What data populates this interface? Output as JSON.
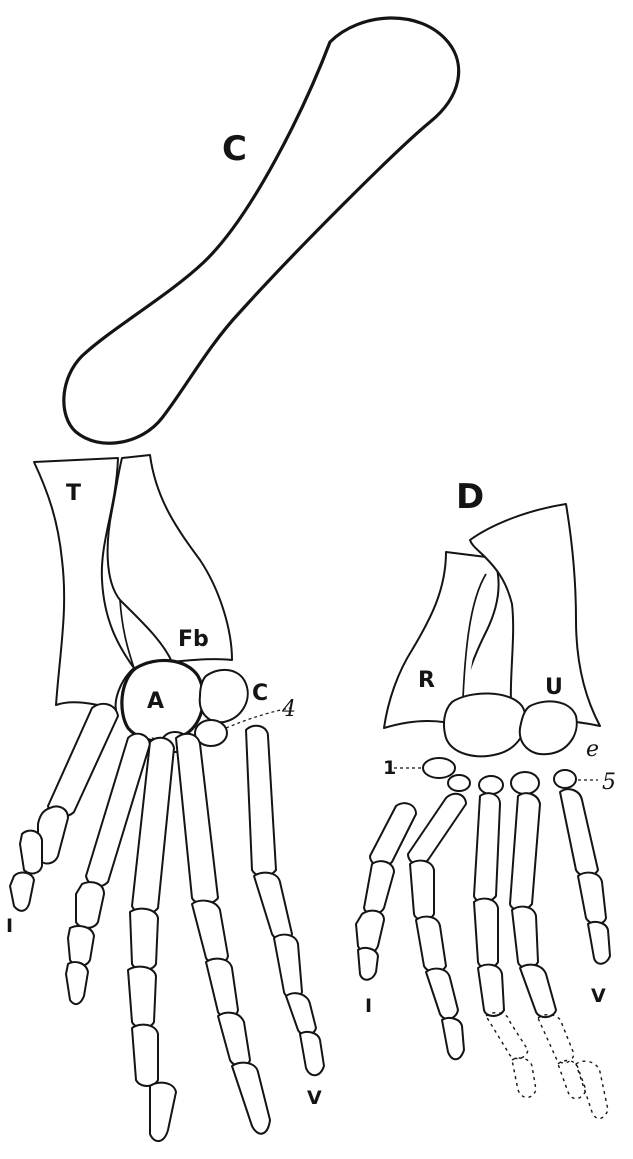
{
  "figure": {
    "panel_c_label": "C",
    "panel_d_label": "D",
    "labels": {
      "tibia": "T",
      "fibula": "Fb",
      "astragalus": "A",
      "calcaneum": "C",
      "tarsal_4": "4",
      "digit_1_left": "I",
      "digit_5_left": "V",
      "radius": "R",
      "ulna": "U",
      "intermedium": "e",
      "carpal_1": "1",
      "carpal_5": "5",
      "digit_1_right": "I",
      "digit_5_right": "V"
    }
  }
}
